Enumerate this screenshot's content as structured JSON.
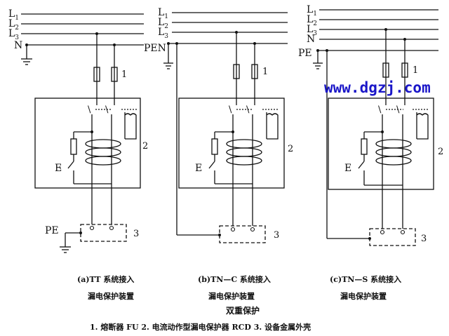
{
  "labels": {
    "L1": "L",
    "L1_sub": "1",
    "L2": "L",
    "L2_sub": "2",
    "L3": "L",
    "L3_sub": "3",
    "N": "N",
    "PEN": "PEN",
    "PE": "PE",
    "E": "E",
    "fuse_num": "1",
    "rcd_num": "2",
    "enclosure_num": "3"
  },
  "captions": {
    "a_line1": "(a)TT 系统接入",
    "a_line2": "漏电保护装置",
    "b_line1": "(b)TN—C 系统接入",
    "b_line2": "漏电保护装置",
    "b_line3": "双重保护",
    "c_line1": "(c)TN—S 系统接入",
    "c_line2": "漏电保护装置",
    "legend": "1. 熔断器 FU  2. 电流动作型漏电保护器 RCD  3. 设备金属外壳"
  },
  "watermark": {
    "text": "www.dgzj.com",
    "color": "#1a16c8"
  }
}
